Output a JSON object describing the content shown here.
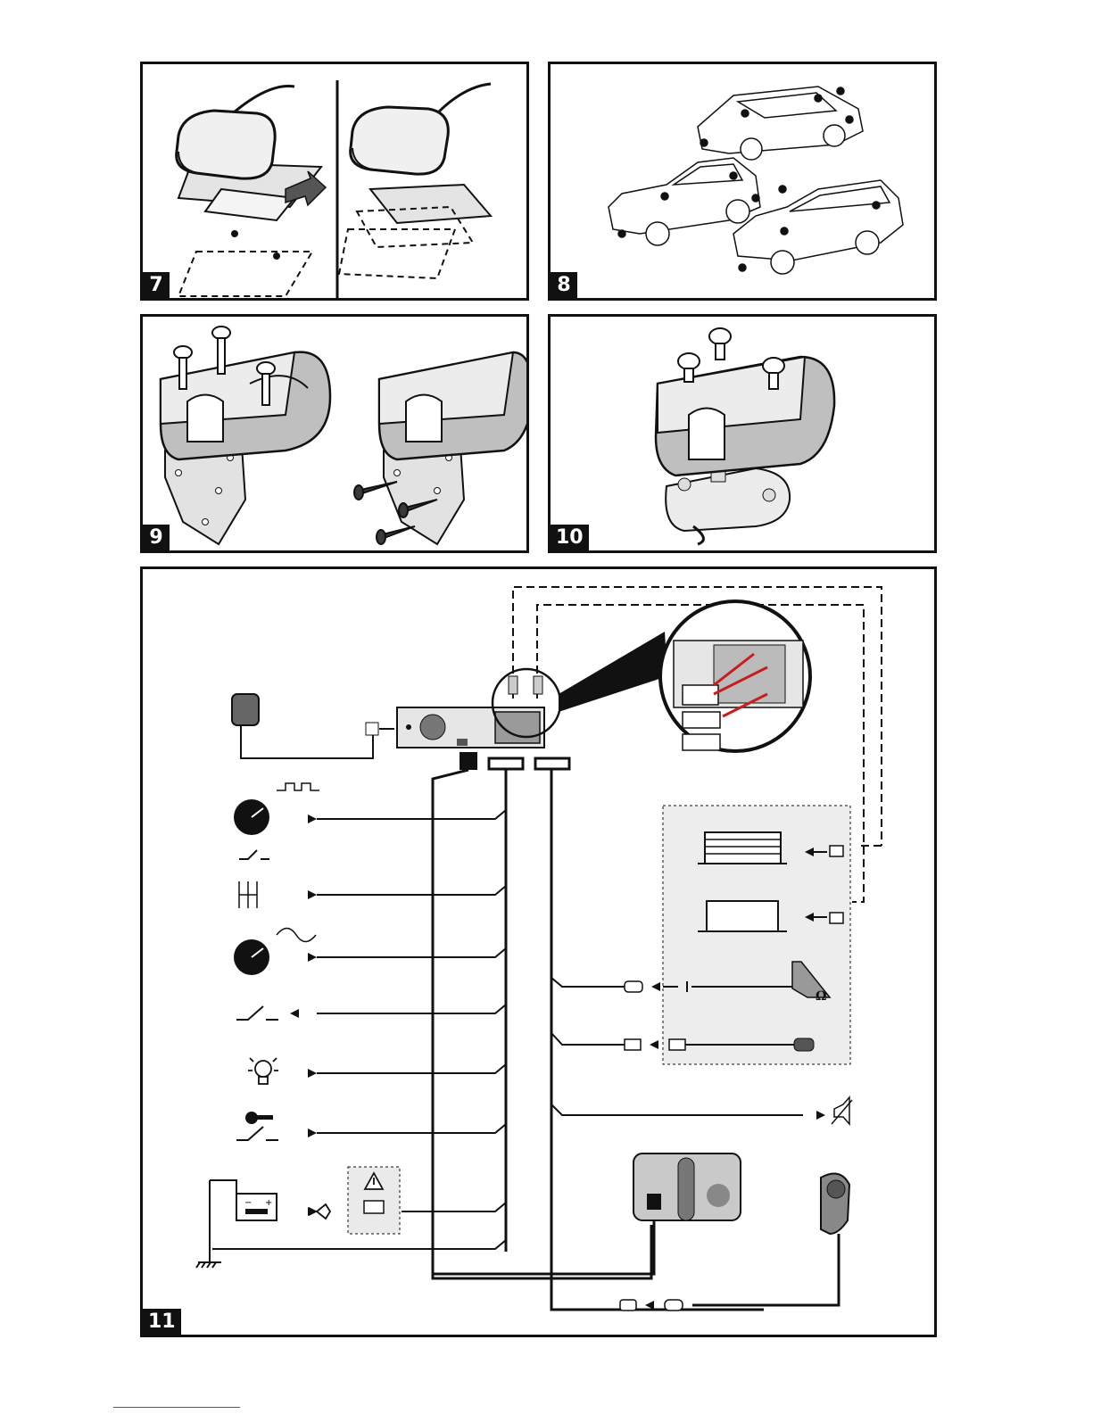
{
  "panels": [
    {
      "id": "p7",
      "number": "7"
    },
    {
      "id": "p8",
      "number": "8"
    },
    {
      "id": "p9",
      "number": "9"
    },
    {
      "id": "p10",
      "number": "10"
    },
    {
      "id": "p11",
      "number": "11"
    }
  ],
  "symbols": {
    "ohm": "Ω"
  },
  "icons": [
    "gps-antenna-icon",
    "car-icon",
    "mounting-bracket-icon",
    "screw-icon",
    "speedometer-icon",
    "switch-icon",
    "gear-shift-icon",
    "light-bulb-icon",
    "ignition-key-icon",
    "battery-icon",
    "fuse-icon",
    "warning-icon",
    "ground-icon",
    "amplifier-icon",
    "headphone-jack-icon",
    "mute-icon",
    "display-unit-icon",
    "remote-control-icon"
  ],
  "colors": {
    "line": "#111111",
    "fill_gray": "#d8d8d8",
    "dark_gray": "#3a3a3a",
    "accent_red": "#c81e1e",
    "link": "#3b4fd8"
  }
}
